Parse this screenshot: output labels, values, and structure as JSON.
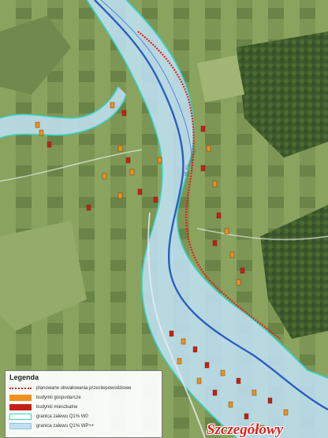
{
  "legend": {
    "title": "Legenda",
    "items": [
      {
        "label": "planowane obwałowania przeciwpowodziowe",
        "color": "#e02020",
        "icon": "dotted-line"
      },
      {
        "label": "budynki gospodarcze",
        "color": "#f0901c",
        "icon": "filled-rect"
      },
      {
        "label": "budynki mieszkalne",
        "color": "#c42018",
        "icon": "filled-rect"
      },
      {
        "label": "granica zalewu Q1% W0",
        "color": "#35d6c8",
        "icon": "outline-rect"
      },
      {
        "label": "granica zalewu Q1% WP++",
        "color": "#bfe0f4",
        "icon": "filled-rect"
      }
    ]
  },
  "road_label": "ul. Flisowska",
  "watermark": "Szczegółowy",
  "colors": {
    "flood_zone": "#bfe0f4",
    "river": "#2a5fc0",
    "embankment": "#e02020",
    "flood_boundary": "#35d6c8",
    "farm_building": "#f0901c",
    "residential_building": "#c42018"
  }
}
